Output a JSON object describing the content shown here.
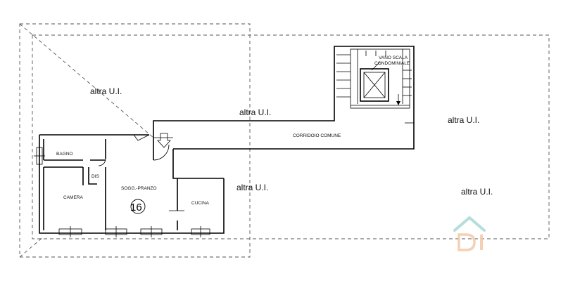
{
  "plan": {
    "unit_number": "16",
    "labels": {
      "altra_top_left": "altra U.I.",
      "altra_center": "altra U.I.",
      "altra_right_top": "altra U.I.",
      "altra_middle": "altra U.I.",
      "altra_right_bottom": "altra U.I.",
      "corridoio": "CORRIDOIO COMUNE",
      "vano_scala_line1": "VANO SCALA",
      "vano_scala_line2": "CONDOMINIALE",
      "bagno": "BAGNO",
      "dis": "DIS",
      "camera": "CAMERA",
      "soggiorno": "SOGG.-PRANZO",
      "cucina": "CUCINA"
    }
  },
  "watermark": {
    "color": "#a8d8d6",
    "accent": "#f3c8a8"
  }
}
